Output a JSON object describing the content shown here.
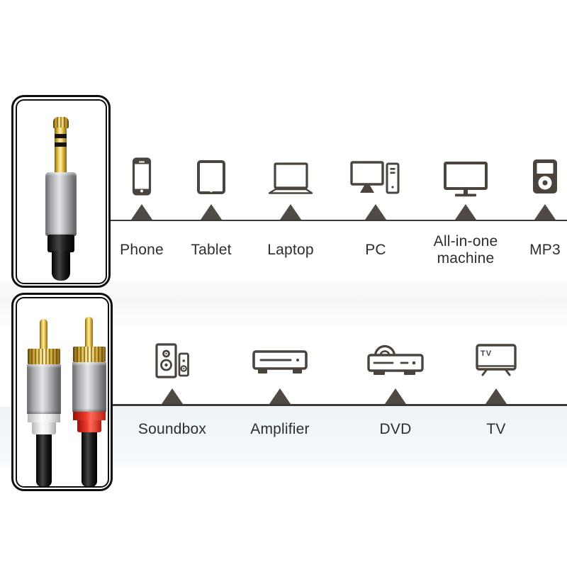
{
  "page": {
    "description": "Audio cable compatibility diagram: 3.5mm jack end devices and 2-RCA end devices"
  },
  "photos": {
    "jack": {
      "name": "3.5mm gold-plated stereo jack plug photo"
    },
    "rca": {
      "name": "Two gold-plated RCA plugs photo, white and red rings"
    }
  },
  "top_row": {
    "devices": [
      {
        "label": "Phone",
        "icon": "phone-icon"
      },
      {
        "label": "Tablet",
        "icon": "tablet-icon"
      },
      {
        "label": "Laptop",
        "icon": "laptop-icon"
      },
      {
        "label": "PC",
        "icon": "pc-icon"
      },
      {
        "label": "All-in-one machine",
        "icon": "all-in-one-icon"
      },
      {
        "label": "MP3",
        "icon": "mp3-player-icon"
      }
    ]
  },
  "bottom_row": {
    "devices": [
      {
        "label": "Soundbox",
        "icon": "soundbox-icon"
      },
      {
        "label": "Amplifier",
        "icon": "amplifier-icon"
      },
      {
        "label": "DVD",
        "icon": "dvd-player-icon"
      },
      {
        "label": "TV",
        "icon": "tv-icon",
        "icon_text": "TV"
      }
    ]
  },
  "colors": {
    "icon_stroke": "#4a443c",
    "triangle": "#4f4a44",
    "line": "#3b3b3b",
    "label_text": "#2d2d2d",
    "gold": "#e8c24a",
    "silver": "#b9babe",
    "rca_white_ring": "#f2f2f2",
    "rca_red_ring": "#e63226",
    "band_blue": "#f0f5fa",
    "frame_border": "#0d0d0d"
  }
}
